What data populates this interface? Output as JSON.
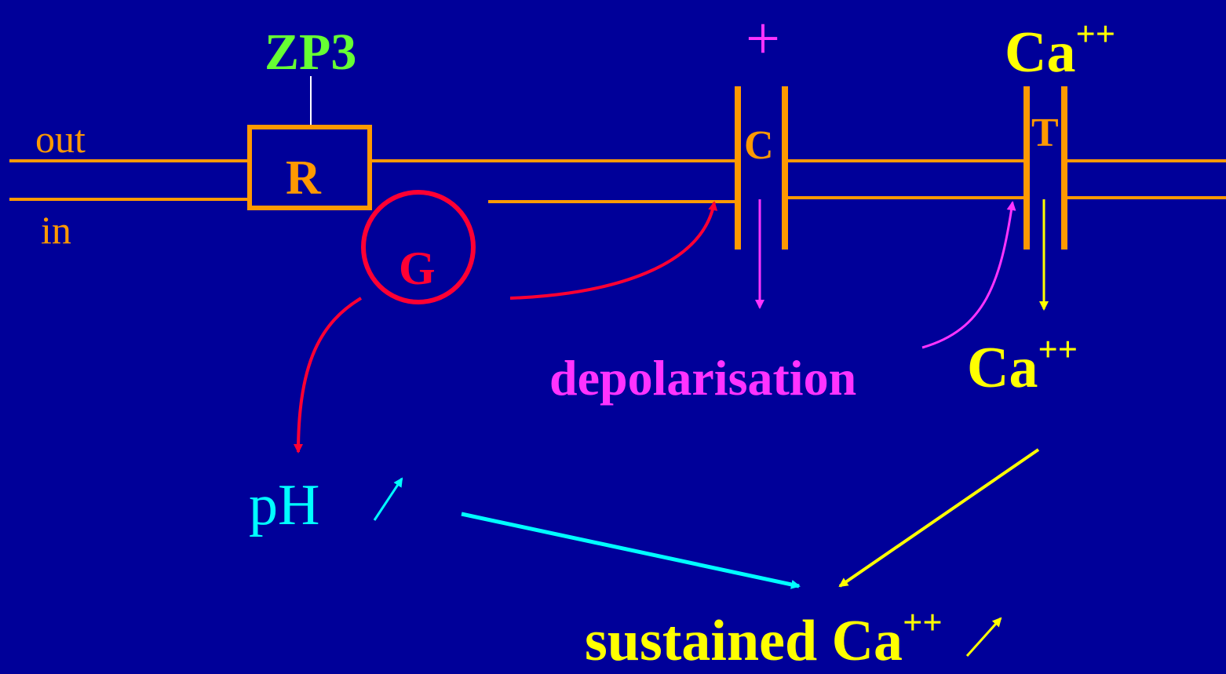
{
  "labels": {
    "zp3": "ZP3",
    "receptor": "R",
    "gprotein": "G",
    "out": "out",
    "in": "in",
    "plus": "+",
    "channel_c": "C",
    "channel_t": "T",
    "ca_outside_base": "Ca",
    "ca_outside_sup": "++",
    "depolarisation": "depolarisation",
    "ca_inside_base": "Ca",
    "ca_inside_sup": "++",
    "ph": "pH",
    "sustained_prefix": "sustained Ca",
    "sustained_sup": "++"
  },
  "colors": {
    "background": "#000099",
    "membrane": "#FF9900",
    "zp3": "#66FF33",
    "gprotein": "#FF0033",
    "magenta": "#FF33FF",
    "yellow": "#FFFF00",
    "cyan": "#00FFFF"
  }
}
